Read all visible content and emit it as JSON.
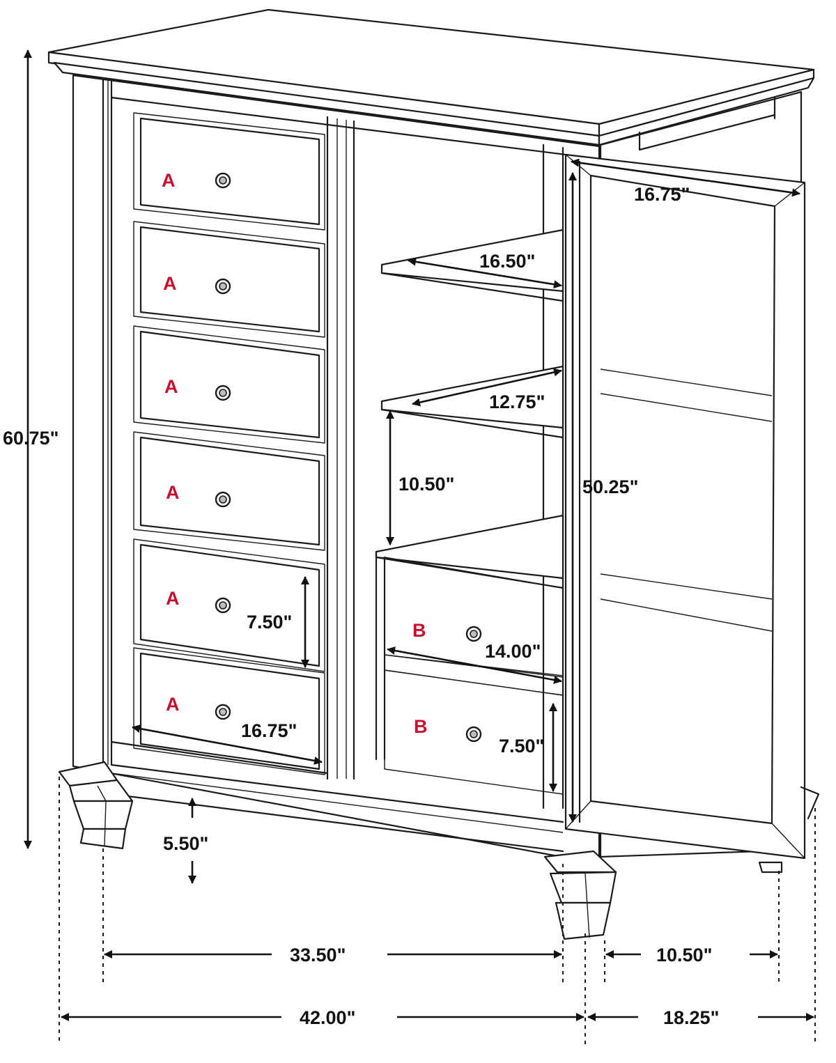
{
  "diagram": {
    "drawer_labels": {
      "left": [
        "A",
        "A",
        "A",
        "A",
        "A",
        "A"
      ],
      "right": [
        "B",
        "B"
      ]
    },
    "dimensions": {
      "overall_height": "60.75\"",
      "door_width": "16.75\"",
      "shelf_depth_top": "16.50\"",
      "shelf_depth_middle": "12.75\"",
      "shelf_spacing": "10.50\"",
      "door_height": "50.25\"",
      "drawer_a_height": "7.50\"",
      "drawer_b_width": "14.00\"",
      "drawer_a_width": "16.75\"",
      "drawer_b_height": "7.50\"",
      "leg_height": "5.50\"",
      "inner_width": "33.50\"",
      "door_depth": "10.50\"",
      "overall_width": "42.00\"",
      "overall_depth": "18.25\""
    }
  }
}
